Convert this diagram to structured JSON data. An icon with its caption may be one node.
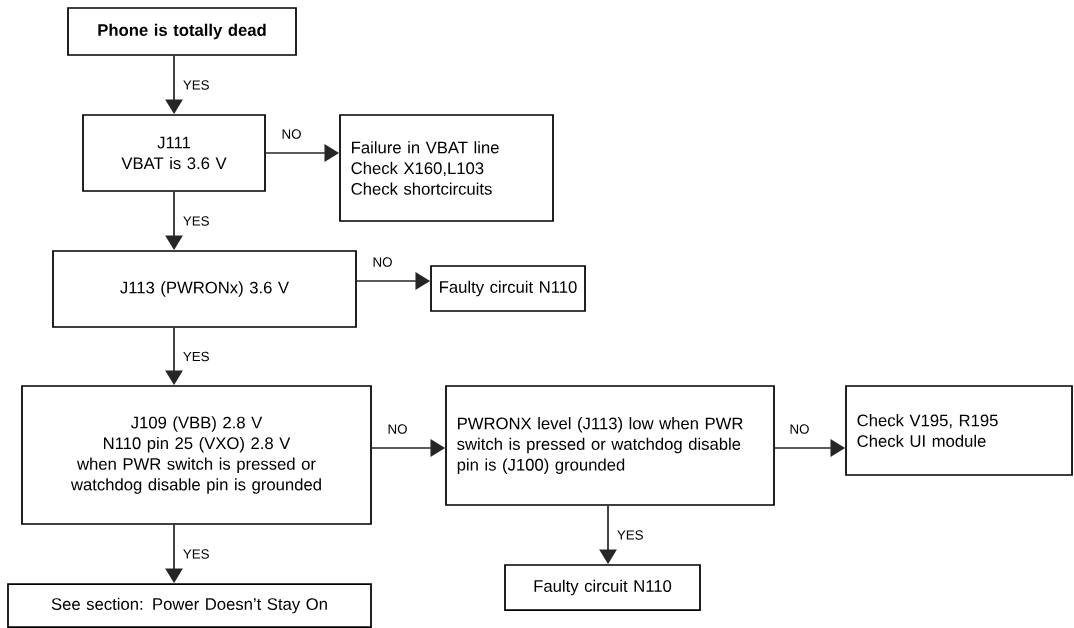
{
  "diagram": {
    "nodes": [
      {
        "text": [
          "Phone is totally dead"
        ]
      },
      {
        "text": [
          "J111",
          "VBAT is 3.6 V"
        ]
      },
      {
        "text": [
          "Failure in VBAT line",
          "Check X160,L103",
          "Check  shortcircuits"
        ]
      },
      {
        "text": [
          "J113 (PWRONx) 3.6 V"
        ]
      },
      {
        "text": [
          "Faulty circuit N110"
        ]
      },
      {
        "text": [
          "J109 (VBB) 2.8 V",
          "N110 pin 25 (VXO) 2.8 V",
          "when PWR switch is pressed or watchdog disable pin is grounded"
        ]
      },
      {
        "text": [
          "PWRONX level (J113) low when PWR switch is pressed or watchdog disable pin is (J100) grounded"
        ]
      },
      {
        "text": [
          "Check V195, R195",
          "Check UI module"
        ]
      },
      {
        "text": [
          "See section: Power Doesn’t Stay On"
        ]
      },
      {
        "text": [
          "Faulty circuit N110"
        ]
      }
    ],
    "edges": [
      {
        "from": 0,
        "to": 1,
        "arrow": "to",
        "label": "YES"
      },
      {
        "from": 1,
        "to": 2,
        "arrow": "to",
        "label": "NO"
      },
      {
        "from": 1,
        "to": 3,
        "arrow": "to",
        "label": "YES"
      },
      {
        "from": 3,
        "to": 4,
        "arrow": "to",
        "label": "NO"
      },
      {
        "from": 3,
        "to": 5,
        "arrow": "to",
        "label": "YES"
      },
      {
        "from": 5,
        "to": 6,
        "arrow": "to",
        "label": "NO"
      },
      {
        "from": 6,
        "to": 7,
        "arrow": "to",
        "label": "NO"
      },
      {
        "from": 6,
        "to": 9,
        "arrow": "to",
        "label": "YES"
      },
      {
        "from": 5,
        "to": 8,
        "arrow": "to",
        "label": "YES"
      }
    ]
  }
}
